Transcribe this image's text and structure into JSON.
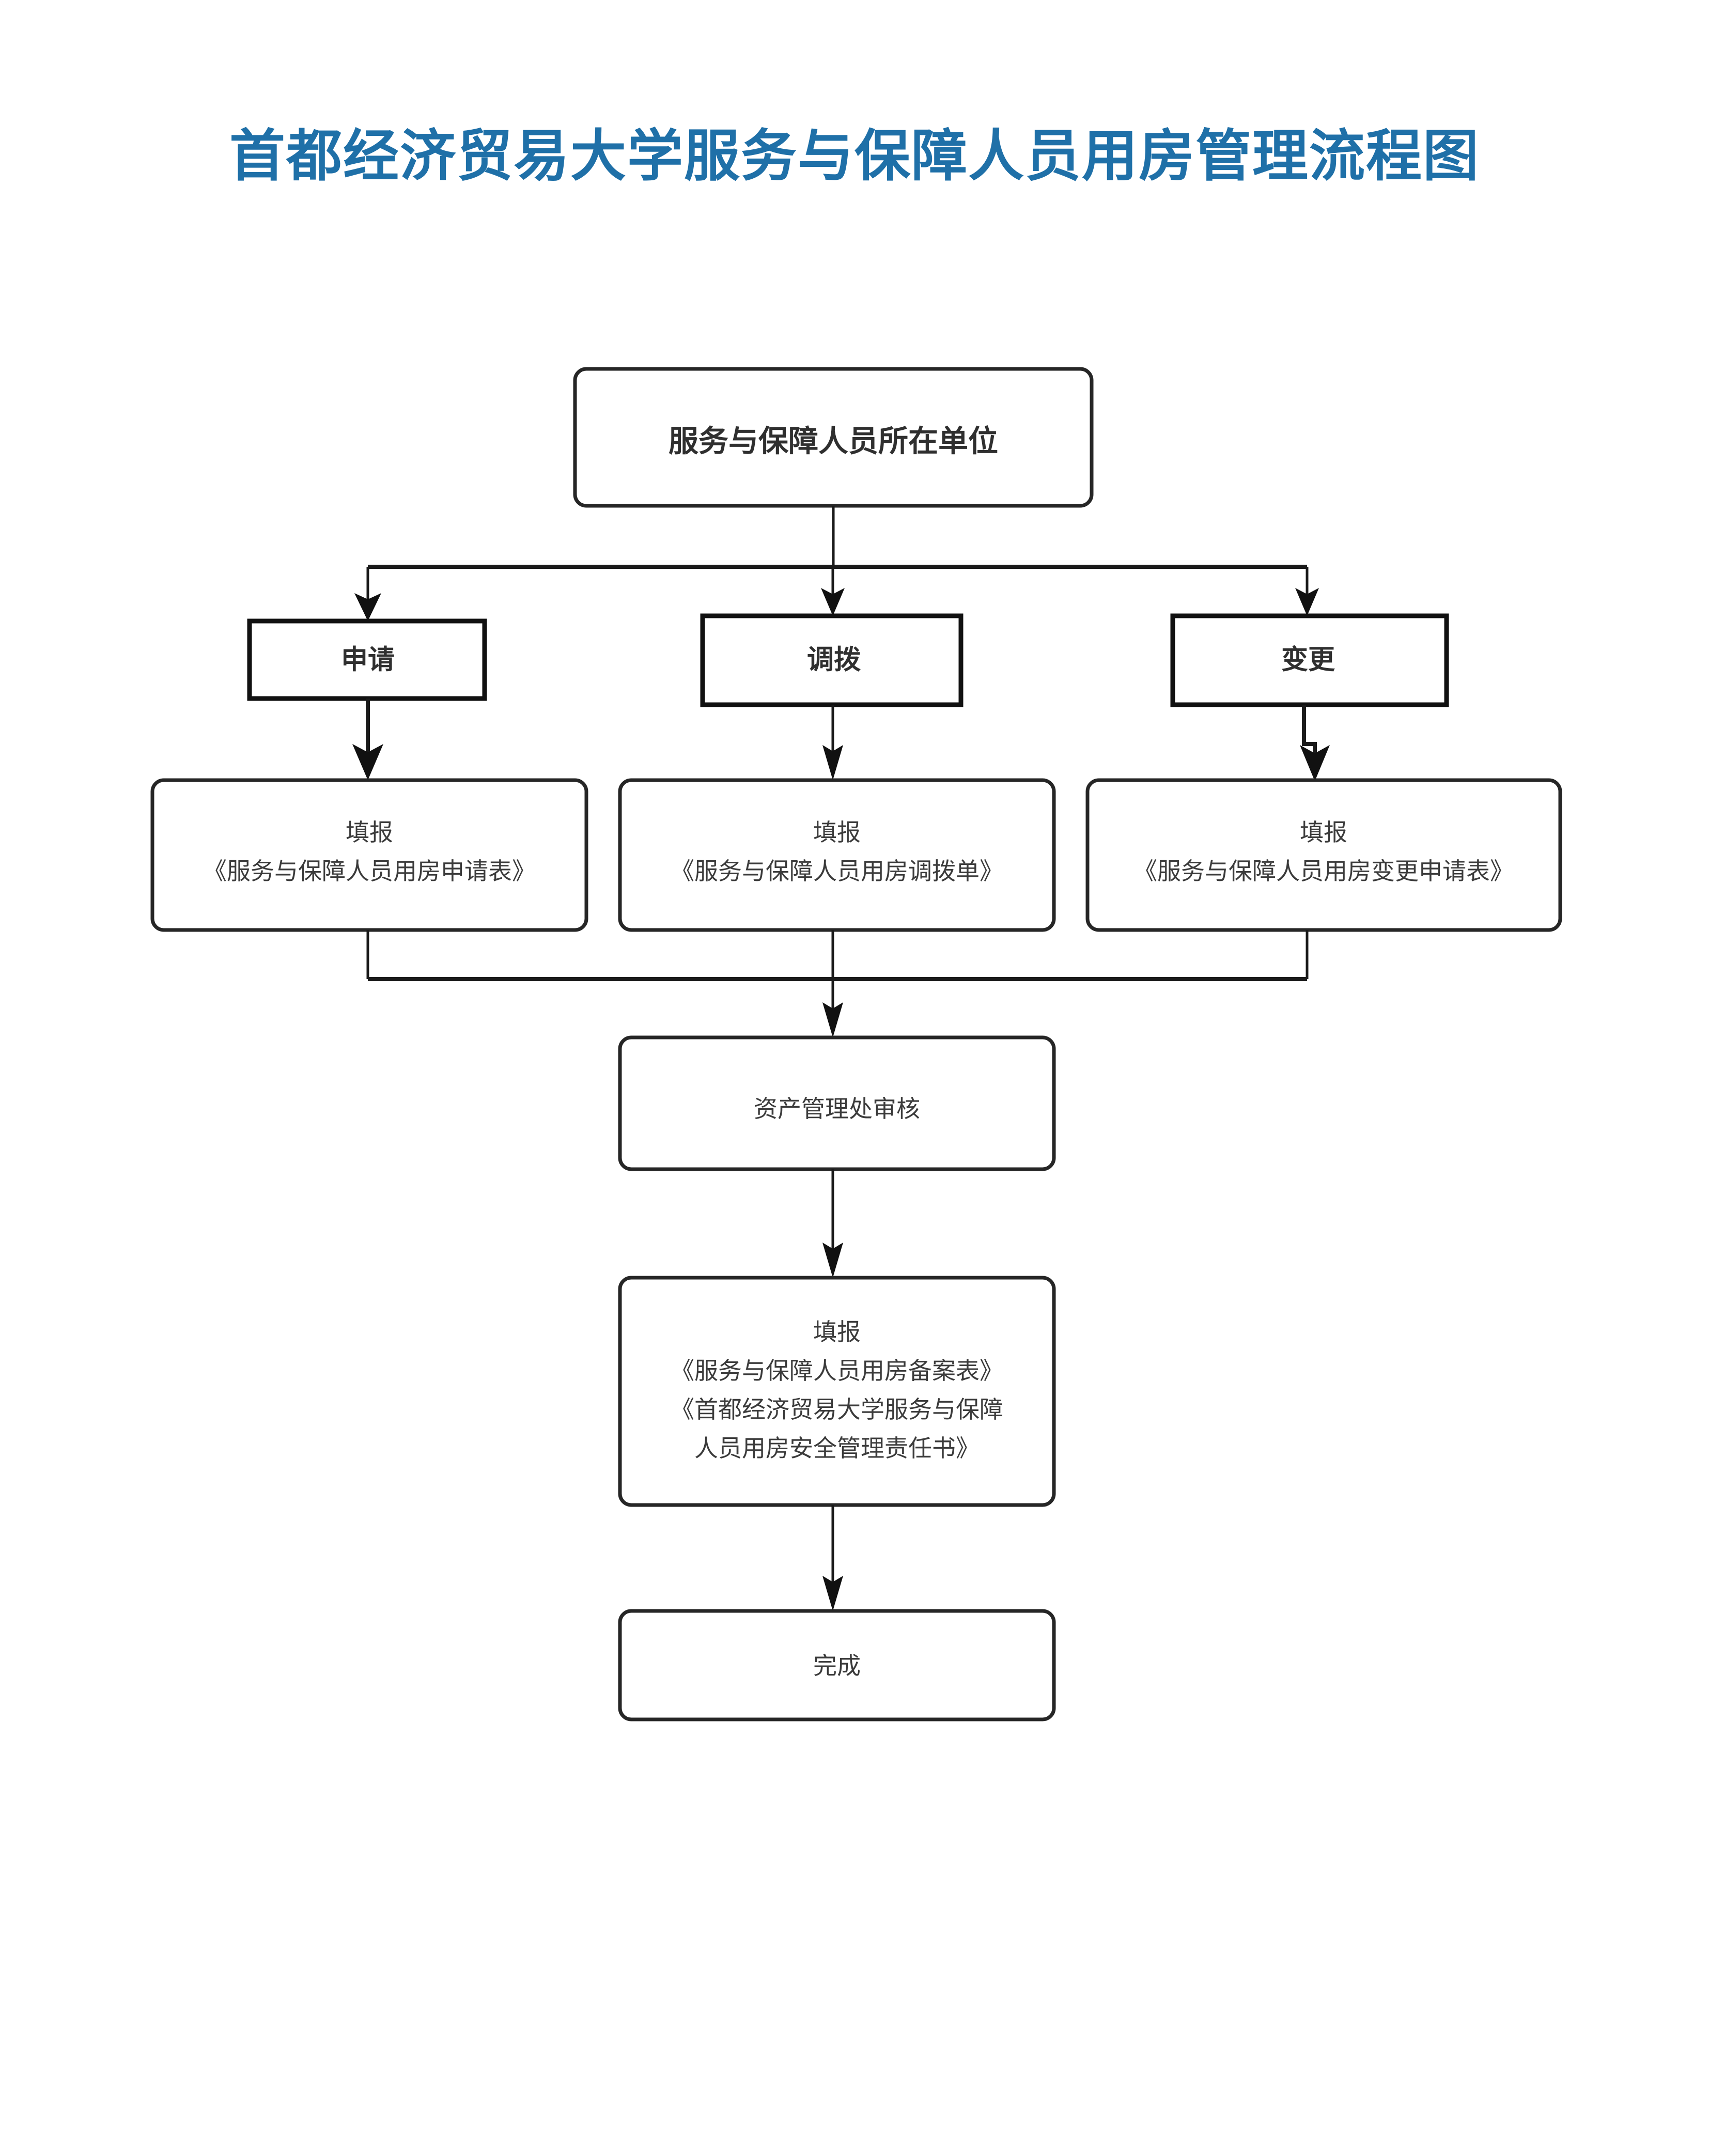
{
  "page": {
    "title": "首都经济贸易大学服务与保障人员用房管理流程图",
    "title_color": "#1f70a8",
    "background_color": "#ffffff",
    "line_color": "#1a1a1a"
  },
  "flow": {
    "start": {
      "id": "start-node",
      "label": "服务与保障人员所在单位",
      "shape": "rounded-rect",
      "bold": true
    },
    "branches": [
      {
        "id": "branch-apply",
        "label": "申请",
        "shape": "rect",
        "bold": true
      },
      {
        "id": "branch-allocate",
        "label": "调拨",
        "shape": "rect",
        "bold": true
      },
      {
        "id": "branch-change",
        "label": "变更",
        "shape": "rect",
        "bold": true
      }
    ],
    "forms": [
      {
        "id": "form-apply",
        "shape": "rounded-rect",
        "lines": [
          "填报",
          "《服务与保障人员用房申请表》"
        ]
      },
      {
        "id": "form-allocate",
        "shape": "rounded-rect",
        "lines": [
          "填报",
          "《服务与保障人员用房调拨单》"
        ]
      },
      {
        "id": "form-change",
        "shape": "rounded-rect",
        "lines": [
          "填报",
          "《服务与保障人员用房变更申请表》"
        ]
      }
    ],
    "review": {
      "id": "review-node",
      "shape": "rounded-rect",
      "label": "资产管理处审核"
    },
    "record": {
      "id": "record-node",
      "shape": "rounded-rect",
      "lines": [
        "填报",
        "《服务与保障人员用房备案表》",
        "《首都经济贸易大学服务与保障",
        "人员用房安全管理责任书》"
      ]
    },
    "finish": {
      "id": "finish-node",
      "shape": "rounded-rect",
      "label": "完成"
    }
  }
}
